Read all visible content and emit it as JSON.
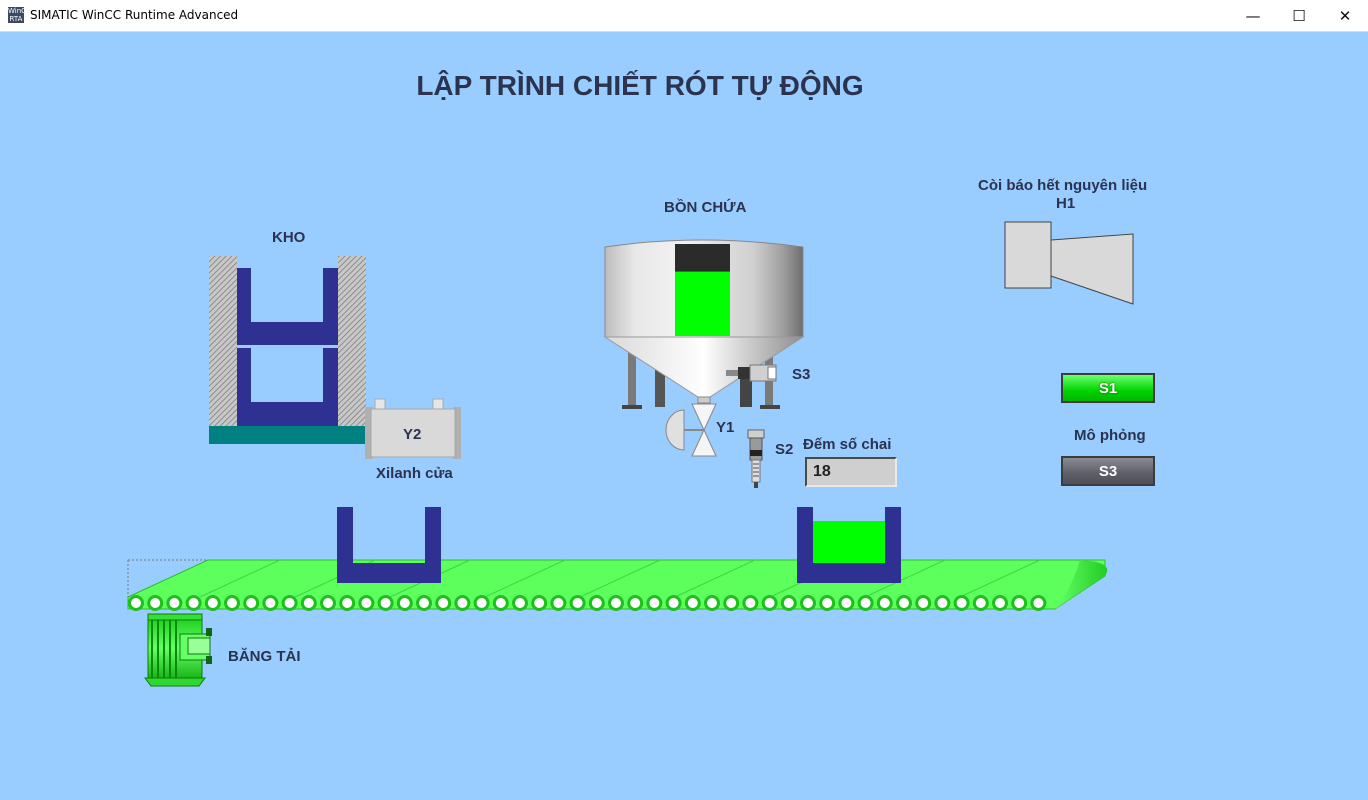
{
  "window": {
    "title": "SIMATIC WinCC Runtime Advanced",
    "icon_text": "WinCC RTA",
    "minimize_symbol": "—",
    "maximize_symbol": "☐",
    "close_symbol": "✕"
  },
  "page": {
    "title": "LẬP TRÌNH CHIẾT RÓT TỰ ĐỘNG"
  },
  "labels": {
    "kho": "KHO",
    "bon_chua": "BỒN CHỨA",
    "alarm_line1": "Còi báo hết nguyên liệu",
    "alarm_line2": "H1",
    "y2": "Y2",
    "xilanh": "Xilanh cửa",
    "y1": "Y1",
    "s3": "S3",
    "s2": "S2",
    "dem_so_chai": "Đếm số chai",
    "mo_phong": "Mô phỏng",
    "bang_tai": "BĂNG TẢI"
  },
  "counter": {
    "value": "18"
  },
  "buttons": {
    "s1": "S1",
    "s3": "S3"
  },
  "tank": {
    "fill_level": 0.7,
    "fill_color": "#00ff00"
  },
  "bottle_right": {
    "fill_level": 0.75,
    "fill_color": "#00ff00"
  },
  "colors": {
    "background": "#99ccff",
    "bottle": "#2e3192",
    "conveyor": "#5dff5d",
    "motor": "#33ff33",
    "text": "#2b3350",
    "base": "#008080"
  }
}
